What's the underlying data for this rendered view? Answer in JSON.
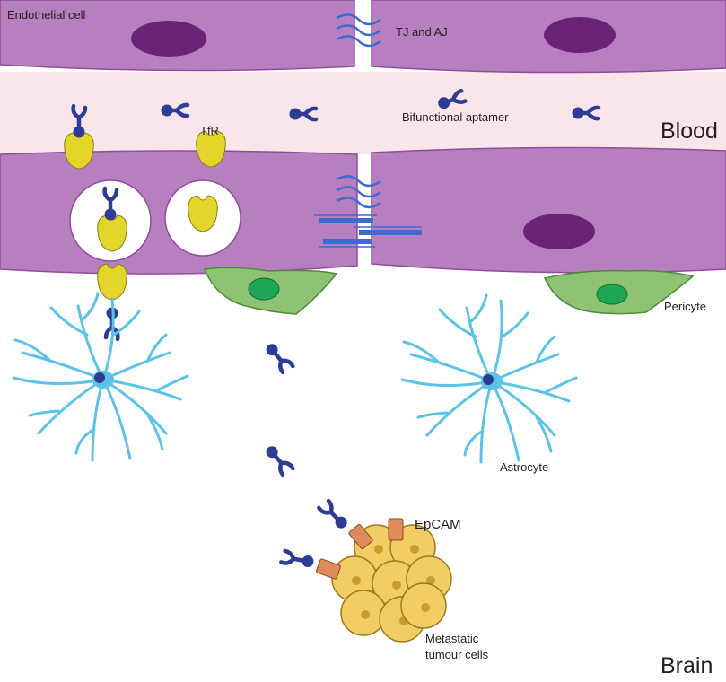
{
  "labels": {
    "endothelial_cell": "Endothelial cell",
    "tj_aj": "TJ and AJ",
    "bifunctional_aptamer": "Bifunctional aptamer",
    "blood": "Blood",
    "tfr": "TfR",
    "pericyte": "Pericyte",
    "astrocyte": "Astrocyte",
    "epcam": "EpCAM",
    "metastatic_line1": "Metastatic",
    "metastatic_line2": "tumour cells",
    "brain": "Brain"
  },
  "colors": {
    "endothelium": "#b77fbf",
    "endothelium_edge": "#8f4e99",
    "nucleus": "#6b2377",
    "blood_lumen": "#f8e6ea",
    "aptamer": "#2e3d94",
    "tfr_receptor": "#e3d52a",
    "astrocyte": "#5dc3e6",
    "pericyte": "#8fc374",
    "pericyte_nucleus": "#1fa757",
    "tumour_cell": "#f2cd63",
    "epcam": "#e08a5c"
  }
}
